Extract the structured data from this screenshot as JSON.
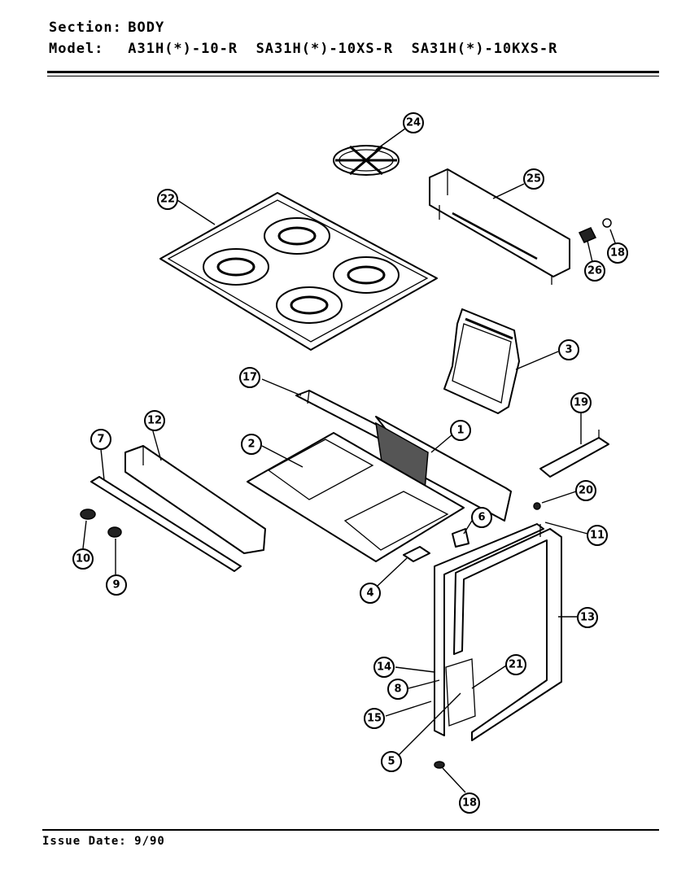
{
  "header": {
    "section_label": "Section:",
    "section_value": "BODY",
    "model_label": "Model:",
    "models": [
      "A31H(*)-10-R",
      "SA31H(*)-10XS-R",
      "SA31H(*)-10KXS-R"
    ]
  },
  "footer": {
    "issue_date": "Issue Date: 9/90"
  },
  "callouts": {
    "c24": "24",
    "c22": "22",
    "c25": "25",
    "c26": "26",
    "c18a": "18",
    "c3": "3",
    "c17": "17",
    "c19": "19",
    "c12": "12",
    "c7": "7",
    "c1": "1",
    "c2": "2",
    "c20": "20",
    "c6": "6",
    "c11": "11",
    "c10": "10",
    "c9": "9",
    "c4": "4",
    "c13": "13",
    "c14": "14",
    "c21": "21",
    "c8": "8",
    "c15": "15",
    "c5": "5",
    "c18b": "18"
  }
}
